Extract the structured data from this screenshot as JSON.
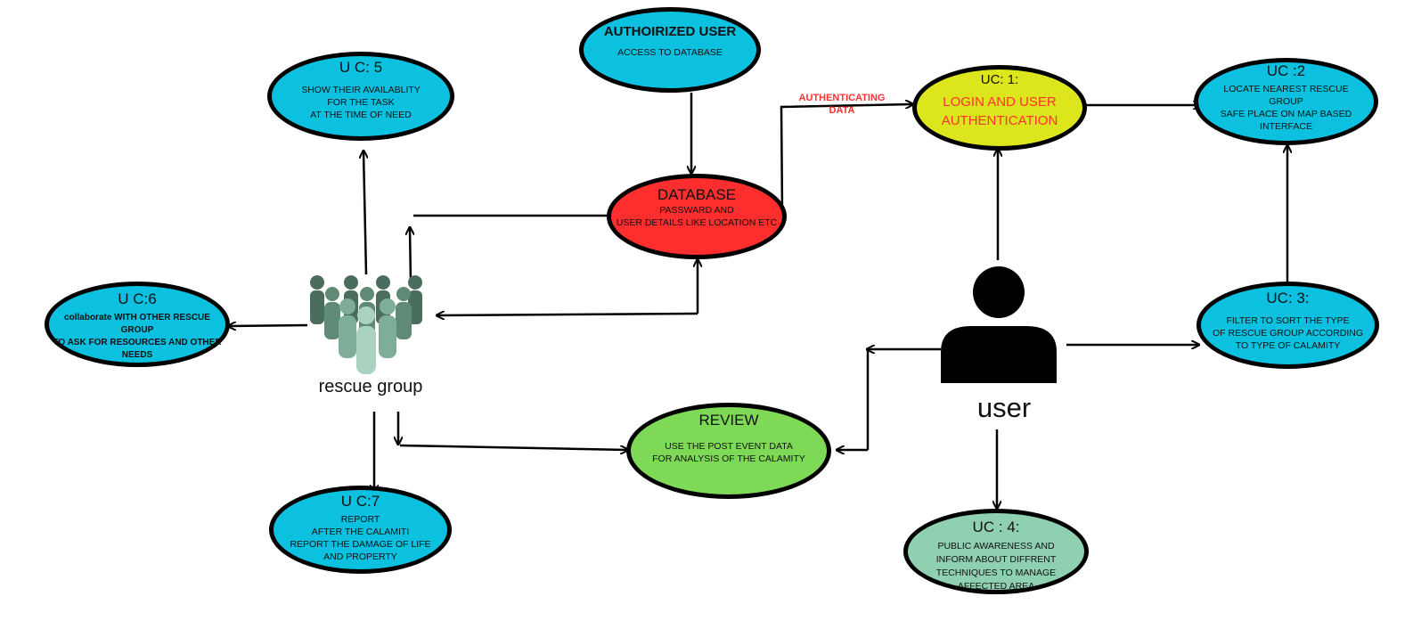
{
  "colors": {
    "cyan": "#0cc1e0",
    "red": "#ff2e2e",
    "yellow": "#dde51c",
    "green": "#7ed957",
    "mint": "#8fd0b0",
    "edge_label": "#ff3131"
  },
  "nodes": {
    "authorized_user": {
      "title": "AUTHOIRIZED USER",
      "desc": "ACCESS TO DATABASE"
    },
    "uc5": {
      "title": "U C: 5",
      "desc": "SHOW THEIR AVAILABLITY\nFOR THE TASK\nAT THE TIME OF NEED"
    },
    "database": {
      "title": "DATABASE",
      "desc": "PASSWARD AND\nUSER DETAILS LIKE LOCATION ETC"
    },
    "uc1": {
      "title": "UC: 1:",
      "desc": "LOGIN AND USER\nAUTHENTICATION"
    },
    "uc2": {
      "title": "UC :2",
      "desc": "LOCATE NEAREST RESCUE\nGROUP\nSAFE PLACE ON MAP BASED\nINTERFACE"
    },
    "uc6": {
      "title": "U C:6",
      "desc": "collaborate WITH  OTHER RESCUE GROUP\nTO ASK FOR RESOURCES AND OTHER\nNEEDS"
    },
    "uc3": {
      "title": "UC: 3:",
      "desc": "FILTER TO SORT THE  TYPE\nOF RESCUE GROUP ACCORDING\nTO TYPE OF CALAMITY"
    },
    "review": {
      "title": "REVIEW",
      "desc": "USE THE POST EVENT DATA\nFOR ANALYSIS OF THE CALAMITY"
    },
    "uc7": {
      "title": "U C:7",
      "desc": "REPORT\nAFTER THE CALAMITI\nREPORT THE DAMAGE OF LIFE\nAND PROPERTY"
    },
    "uc4": {
      "title": "UC : 4:",
      "desc": "PUBLIC AWARENESS AND\nINFORM ABOUT DIFFRENT\nTECHNIQUES TO MANAGE\nAFFECTED AREA"
    }
  },
  "actors": {
    "rescue_group": "rescue group",
    "user": "user"
  },
  "edge_labels": {
    "authenticating": "AUTHENTICATING\nDATA"
  }
}
